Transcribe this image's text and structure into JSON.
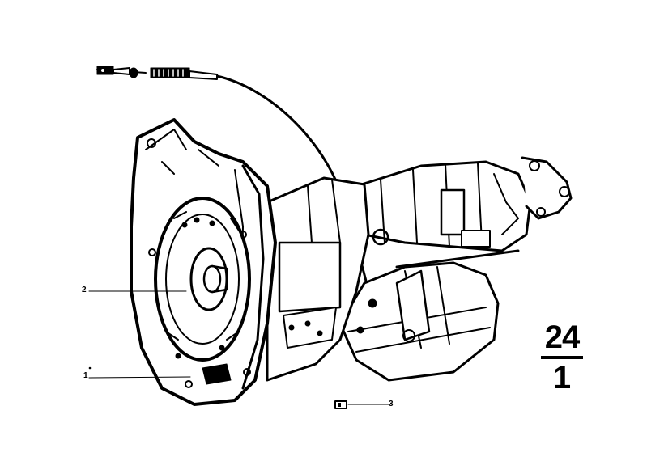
{
  "parts": [
    {
      "id": "part-1",
      "number": "1"
    },
    {
      "id": "part-2",
      "number": "2"
    },
    {
      "id": "part-3",
      "number": "3"
    }
  ],
  "sheet": {
    "group": "24",
    "sub": "1"
  },
  "colors": {
    "ink": "#000000",
    "paper": "#ffffff"
  }
}
